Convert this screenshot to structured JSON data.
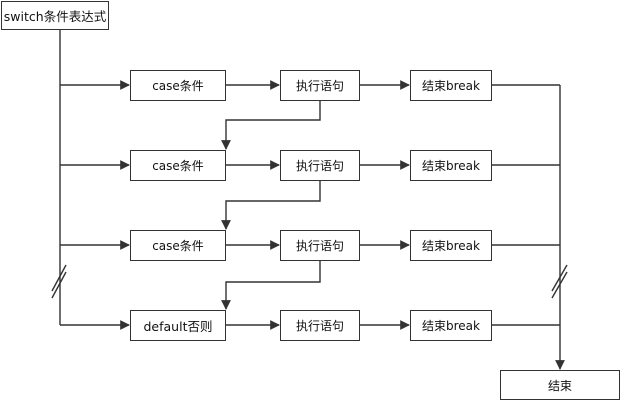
{
  "colors": {
    "stroke": "#333333",
    "text": "#111111",
    "background": "#ffffff"
  },
  "nodes": {
    "start": "switch条件表达式",
    "rows": [
      {
        "case": "case条件",
        "stmt": "执行语句",
        "brk": "结束break"
      },
      {
        "case": "case条件",
        "stmt": "执行语句",
        "brk": "结束break"
      },
      {
        "case": "case条件",
        "stmt": "执行语句",
        "brk": "结束break"
      },
      {
        "case": "default否则",
        "stmt": "执行语句",
        "brk": "结束break"
      }
    ],
    "end": "结束"
  }
}
